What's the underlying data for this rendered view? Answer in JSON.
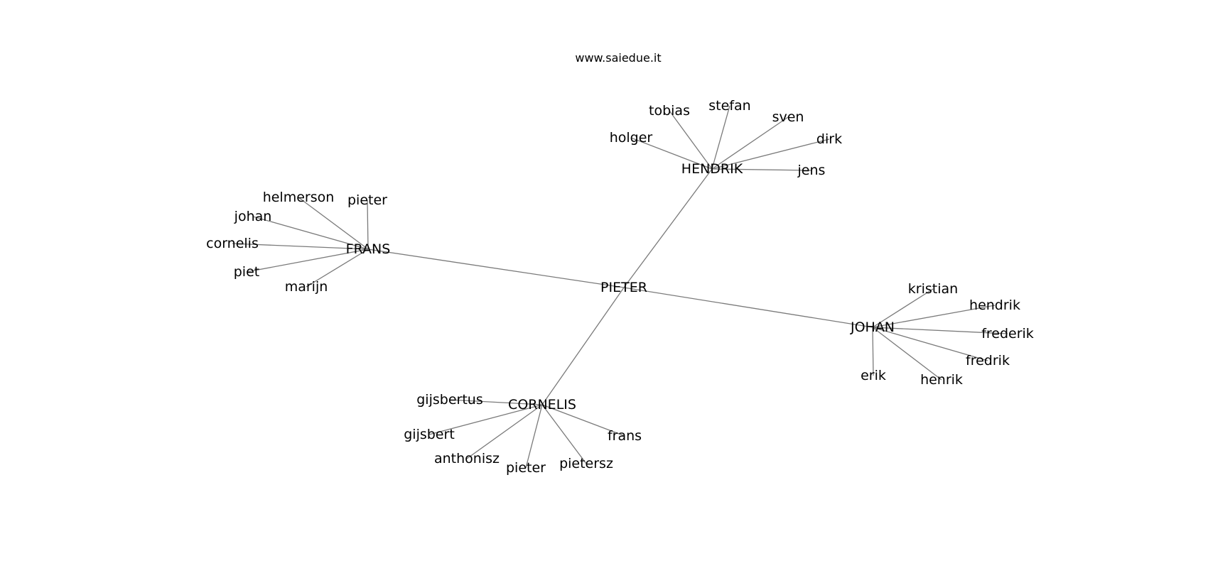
{
  "source_label": "www.saiedue.it",
  "graph": {
    "root": "PIETER",
    "hubs": [
      {
        "name": "HENDRIK",
        "children": [
          "holger",
          "tobias",
          "stefan",
          "sven",
          "dirk",
          "jens"
        ]
      },
      {
        "name": "FRANS",
        "children": [
          "helmerson",
          "pieter",
          "johan",
          "cornelis",
          "piet",
          "marijn"
        ]
      },
      {
        "name": "JOHAN",
        "children": [
          "kristian",
          "hendrik",
          "frederik",
          "fredrik",
          "henrik",
          "erik"
        ]
      },
      {
        "name": "CORNELIS",
        "children": [
          "gijsbertus",
          "gijsbert",
          "anthonisz",
          "pieter",
          "pietersz",
          "frans"
        ]
      }
    ]
  }
}
